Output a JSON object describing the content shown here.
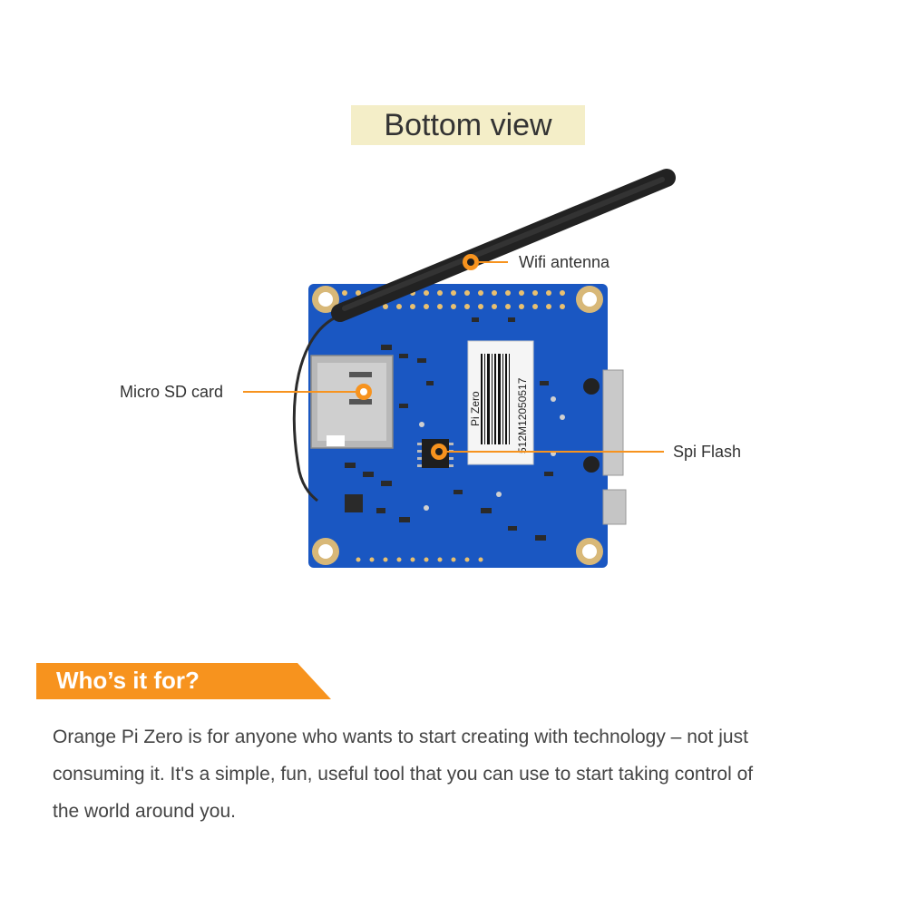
{
  "header": {
    "title": "Bottom view"
  },
  "callouts": {
    "wifi_antenna": "Wifi antenna",
    "micro_sd": "Micro SD card",
    "spi_flash": "Spi Flash"
  },
  "board_label": {
    "line1": "Pi Zero",
    "line2": "512M12050517"
  },
  "colors": {
    "accent_orange": "#f7931e",
    "pcb_blue": "#1a57c2",
    "title_bg": "#f4eec8"
  },
  "section": {
    "heading": "Who’s it for?",
    "lines": [
      "Orange Pi Zero is for anyone who wants to start creating with technology  –  not just",
      "consuming it. It's a simple, fun, useful tool that you can use to start taking control of",
      "the world around you."
    ]
  }
}
